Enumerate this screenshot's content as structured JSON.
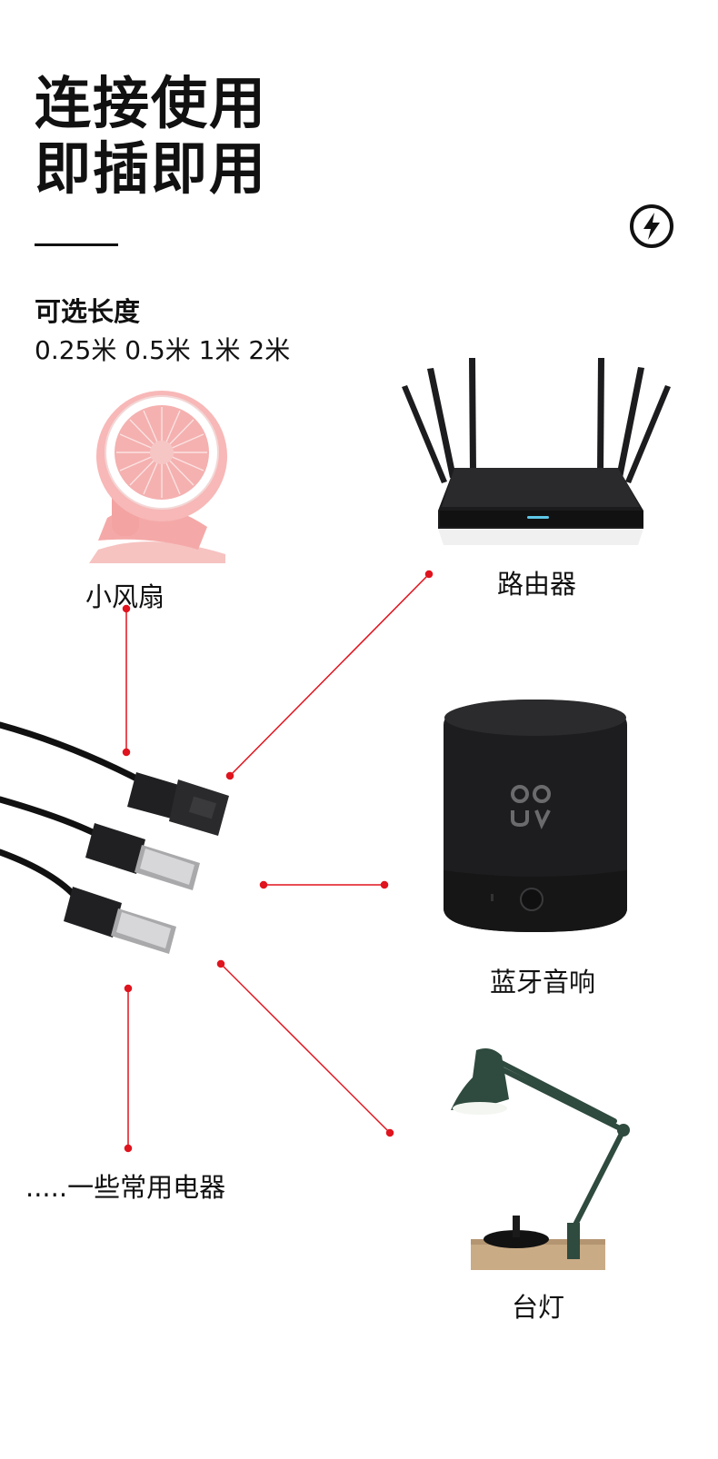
{
  "headline": {
    "line1": "连接使用",
    "line2": "即插即用"
  },
  "badge_icon": "lightning-bolt-icon",
  "length_options": {
    "title": "可选长度",
    "values": "0.25米 0.5米 1米 2米"
  },
  "devices": {
    "fan": "小风扇",
    "router": "路由器",
    "speaker": "蓝牙音响",
    "lamp": "台灯",
    "others": ".....一些常用电器"
  },
  "colors": {
    "connector_line": "#e0141e",
    "text": "#111111",
    "fan_pink": "#f4a9a8",
    "device_black": "#1c1c1e",
    "lamp_green": "#2f4a3e"
  }
}
